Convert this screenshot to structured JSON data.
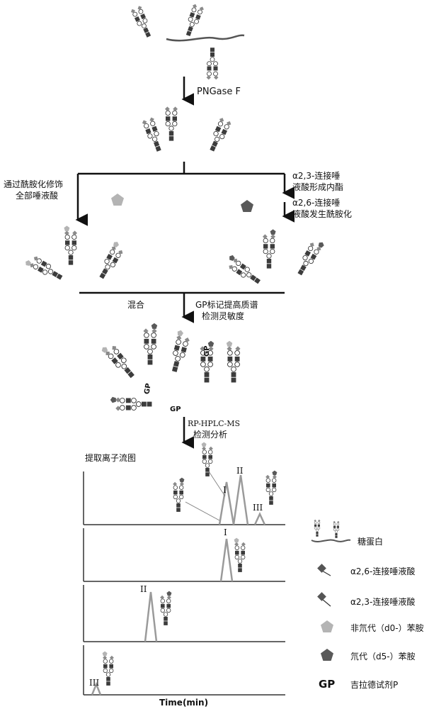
{
  "flow": {
    "step1": "PNGase F",
    "left_branch": [
      "通过酰胺化修饰",
      "全部唾液酸"
    ],
    "right_branch_a": [
      "α2,3-连接唾",
      "液酸形成内酯"
    ],
    "right_branch_b": [
      "α2,6-连接唾",
      "液酸发生酰胺化"
    ],
    "mix": "混合",
    "gp_label": [
      "GP标记提高质谱",
      "检测灵敏度"
    ],
    "analysis": [
      "RP-HPLC-MS",
      "检测分析"
    ],
    "xic_title": "提取离子流图"
  },
  "chromatograms": {
    "peak_labels": [
      "I",
      "II",
      "III"
    ],
    "x_axis_label": "Time(min)"
  },
  "legend": {
    "items": [
      {
        "label": "糖蛋白",
        "symbol": "glycoprotein"
      },
      {
        "label": "α2,6-连接唾液酸",
        "symbol": "sialic-26"
      },
      {
        "label": "α2,3-连接唾液酸",
        "symbol": "sialic-23"
      },
      {
        "label": "非氘代（d0-）苯胺",
        "symbol": "light-pentagon"
      },
      {
        "label": "氘代（d5-）苯胺",
        "symbol": "dark-pentagon"
      },
      {
        "label": "吉拉德试剂P",
        "symbol": "GP"
      }
    ]
  },
  "glycan_tag": "GP",
  "colors": {
    "light_pentagon": "#b4b4b4",
    "dark_pentagon": "#595959",
    "square": "#3c3c3c",
    "diamond": "#8a8a8a",
    "peak_trace": "#9a9a9a"
  }
}
